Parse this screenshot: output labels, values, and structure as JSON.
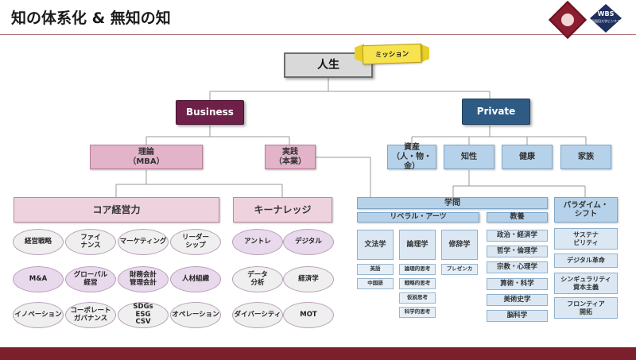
{
  "header": {
    "title": "知の体系化 & 無知の知"
  },
  "logo": {
    "text": "WBS",
    "subtitle": "早稲田大学ビジネス"
  },
  "colors": {
    "business": "#6e2048",
    "private": "#2e5b84",
    "footer": "#7a1f2b",
    "mission": "#f7e34d"
  },
  "root": {
    "label": "人生",
    "tag": "ミッション"
  },
  "business": {
    "label": "Business",
    "theory": "理論\n（MBA）",
    "practice": "実践\n（本業）",
    "core": "コア経営力",
    "keyknowledge": "キーナレッジ",
    "core_items": [
      "経営戦略",
      "ファイ\nナンス",
      "マーケティング",
      "リーダー\nシップ",
      "M&A",
      "グローバル\n経営",
      "財務会計\n管理会計",
      "人材組織",
      "イノベーション",
      "コーポレート\nガバナンス",
      "SDGs\nESG\nCSV",
      "オペレーション"
    ],
    "key_items": [
      "アントレ",
      "デジタル",
      "データ\n分析",
      "経済学",
      "ダイバーシティ",
      "MOT"
    ]
  },
  "private": {
    "label": "Private",
    "assets": "資産\n（人・物・金）",
    "intellect": "知性",
    "health": "健康",
    "family": "家族",
    "learning": "学問",
    "liberal": "リベラル・アーツ",
    "education": "教養",
    "paradigm": "パラダイム・\nシフト",
    "liberal_cols": [
      {
        "head": "文法学",
        "subs": [
          "英語",
          "中国語"
        ]
      },
      {
        "head": "論理学",
        "subs": [
          "論理的思考",
          "戦略的思考",
          "仮説思考",
          "科学的思考"
        ]
      },
      {
        "head": "修辞学",
        "subs": [
          "プレゼンカ"
        ]
      }
    ],
    "education_items": [
      "政治・経済学",
      "哲学・倫理学",
      "宗教・心理学",
      "算術・科学",
      "美術史学",
      "脳科学"
    ],
    "paradigm_items": [
      "サステナ\nビリティ",
      "デジタル革命",
      "シンギュラリティ\n資本主義",
      "フロンティア\n開拓"
    ]
  }
}
